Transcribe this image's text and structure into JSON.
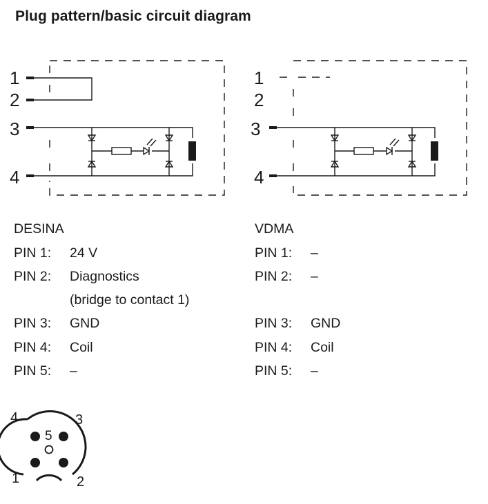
{
  "title": "Plug pattern/basic circuit diagram",
  "desina": {
    "heading": "DESINA",
    "pins": [
      {
        "label": "PIN 1:",
        "value": "24 V"
      },
      {
        "label": "PIN 2:",
        "value": "Diagnostics",
        "value2": "(bridge to contact 1)"
      },
      {
        "label": "PIN 3:",
        "value": "GND"
      },
      {
        "label": "PIN 4:",
        "value": "Coil"
      },
      {
        "label": "PIN 5:",
        "value": "–"
      }
    ]
  },
  "vdma": {
    "heading": "VDMA",
    "pins": [
      {
        "label": "PIN 1:",
        "value": "–"
      },
      {
        "label": "PIN 2:",
        "value": "–"
      },
      {
        "label": "PIN 3:",
        "value": "GND"
      },
      {
        "label": "PIN 4:",
        "value": "Coil"
      },
      {
        "label": "PIN 5:",
        "value": "–"
      }
    ]
  },
  "circuit_left": {
    "pin_labels": [
      "1",
      "2",
      "3",
      "4"
    ]
  },
  "circuit_right": {
    "pin_labels": [
      "1",
      "2",
      "3",
      "4"
    ]
  },
  "connector": {
    "pin_labels": [
      "4",
      "3",
      "5",
      "1",
      "2"
    ]
  }
}
